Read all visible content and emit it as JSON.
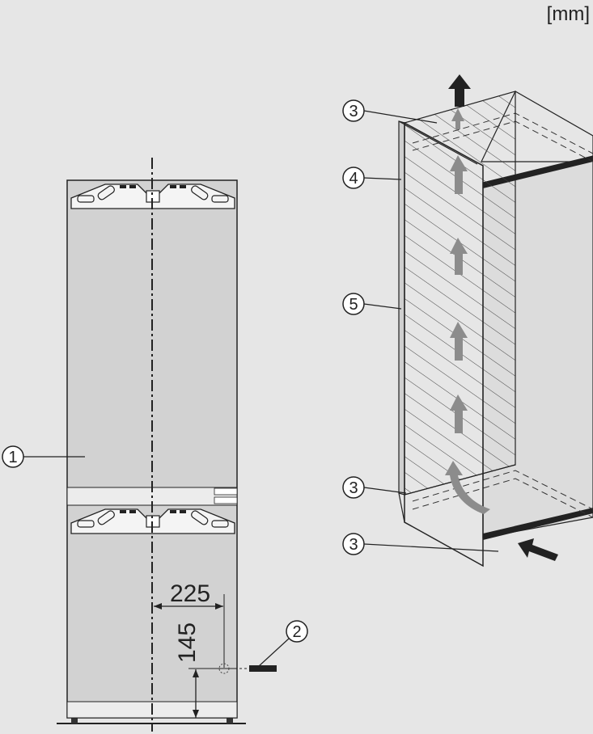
{
  "unit_label": "[mm]",
  "dimensions": {
    "horizontal": "225",
    "vertical": "145"
  },
  "callouts": [
    {
      "id": "c1",
      "label": "1"
    },
    {
      "id": "c2",
      "label": "2"
    },
    {
      "id": "c3a",
      "label": "3"
    },
    {
      "id": "c4",
      "label": "4"
    },
    {
      "id": "c5",
      "label": "5"
    },
    {
      "id": "c3b",
      "label": "3"
    },
    {
      "id": "c3c",
      "label": "3"
    }
  ],
  "colors": {
    "background": "#e6e6e6",
    "panel": "#d2d2d2",
    "line": "#222222",
    "arrow_light": "#8c8c8c",
    "arrow_dark": "#222222"
  }
}
